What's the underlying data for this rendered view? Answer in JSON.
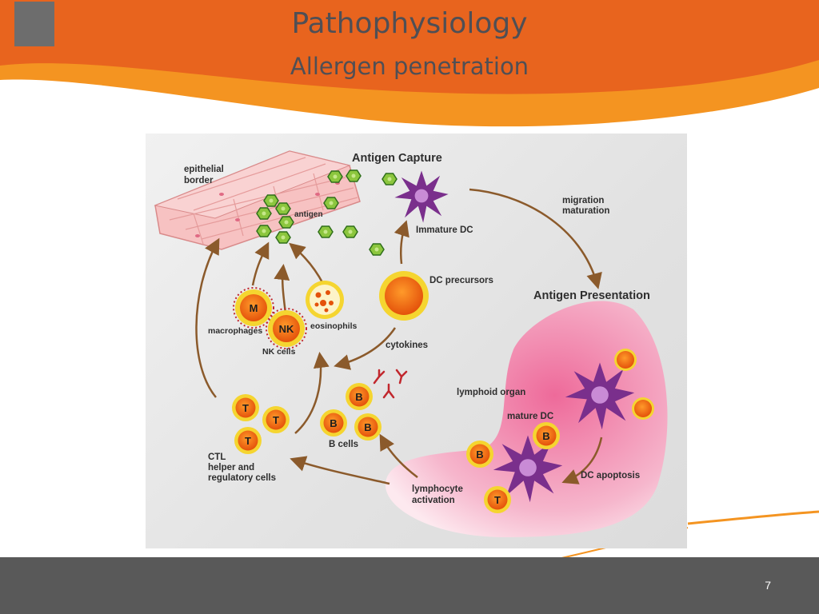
{
  "slide": {
    "title": "Pathophysiology",
    "subtitle": "Allergen penetration",
    "page_number": "7",
    "colors": {
      "header_orange": "#e8641e",
      "header_light_orange": "#f49421",
      "footer_gray": "#595959",
      "title_gray": "#4f4f55"
    }
  },
  "diagram": {
    "labels": {
      "epithelial_border": [
        "epithelial",
        "border"
      ],
      "antigen": "antigen",
      "antigen_capture": "Antigen Capture",
      "immature_dc": "Immature DC",
      "migration_maturation": [
        "migration",
        "maturation"
      ],
      "dc_precursors": "DC precursors",
      "antigen_presentation": "Antigen Presentation",
      "macrophages": "macrophages",
      "nk_cells": "NK cells",
      "eosinophils": "eosinophils",
      "cytokines": "cytokines",
      "lymphoid_organ": "lymphoid organ",
      "mature_dc": "mature DC",
      "b_cells": "B cells",
      "ctl": [
        "CTL",
        "helper and",
        "regulatory cells"
      ],
      "lymphocyte_activation": [
        "lymphocyte",
        "activation"
      ],
      "dc_apoptosis": "DC apoptosis"
    },
    "cell_letters": {
      "macrophage": "M",
      "nk": "NK",
      "t_cell": "T",
      "b_cell": "B"
    },
    "colors": {
      "dc_purple": "#7a2f8c",
      "cell_orange": "#f26b12",
      "cell_ring": "#f5d530",
      "epithelium_pink": "#f5b7b8",
      "antigen_green": "#8cc63e",
      "arrow_brown": "#8b5a2b",
      "lymphoid_pink": "#ee6a9a"
    }
  }
}
